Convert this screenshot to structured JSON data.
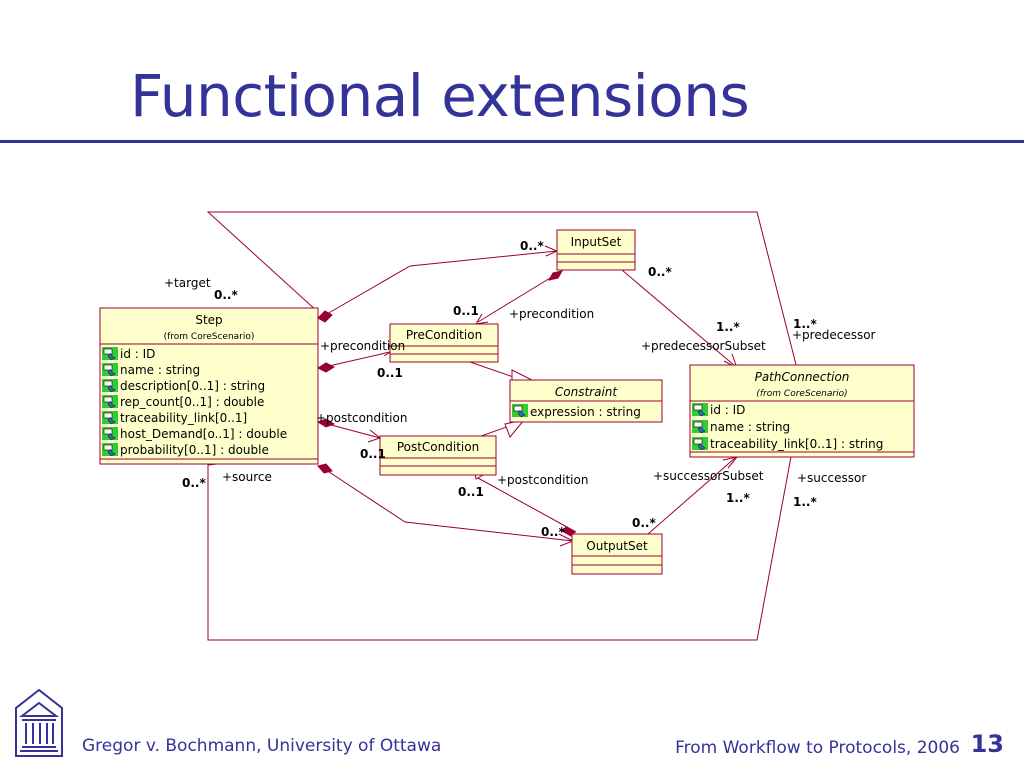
{
  "slide": {
    "title": "Functional extensions",
    "footer_left": "Gregor v. Bochmann, University of Ottawa",
    "footer_right": "From Workflow to Protocols, 2006",
    "page_number": "13"
  },
  "colors": {
    "accent": "#333399",
    "class_fill": "#ffffcc",
    "line": "#990033",
    "attr_icon": "#33cc33"
  },
  "classes": {
    "step": {
      "name": "Step",
      "stereo": "(from CoreScenario)",
      "attrs": [
        "id : ID",
        "name : string",
        "description[0..1] : string",
        "rep_count[0..1] : double",
        "traceability_link[0..1]",
        "host_Demand[o..1] : double",
        "probability[0..1] : double"
      ]
    },
    "inputset": {
      "name": "InputSet"
    },
    "precondition": {
      "name": "PreCondition"
    },
    "constraint": {
      "name": "Constraint",
      "attrs": [
        "expression : string"
      ]
    },
    "postcondition": {
      "name": "PostCondition"
    },
    "outputset": {
      "name": "OutputSet"
    },
    "pathconnection": {
      "name": "PathConnection",
      "stereo": "(from CoreScenario)",
      "attrs": [
        "id : ID",
        "name : string",
        "traceability_link[0..1] : string"
      ]
    }
  },
  "labels": {
    "target": "+target",
    "target_mult": "0..*",
    "source": "+source",
    "source_mult": "0..*",
    "step_precondition": "+precondition",
    "step_postcondition": "+postcondition",
    "precondition_mult": "0..1",
    "postcondition_mult_left": "0..1",
    "inputset_left_mult": "0..*",
    "inputset_right_mult": "0..*",
    "inputset_precondition_mult": "0..1",
    "inputset_precondition": "+precondition",
    "predecessor_subset": "+predecessorSubset",
    "predecessor_subset_mult": "1..*",
    "predecessor": "+predecessor",
    "predecessor_mult": "1..*",
    "successor_subset": "+successorSubset",
    "successor_subset_mult": "1..*",
    "successor": "+successor",
    "successor_mult": "1..*",
    "outputset_postcondition": "+postcondition",
    "outputset_postcondition_mult": "0..1",
    "outputset_left_mult": "0..*",
    "outputset_right_mult": "0..*"
  }
}
